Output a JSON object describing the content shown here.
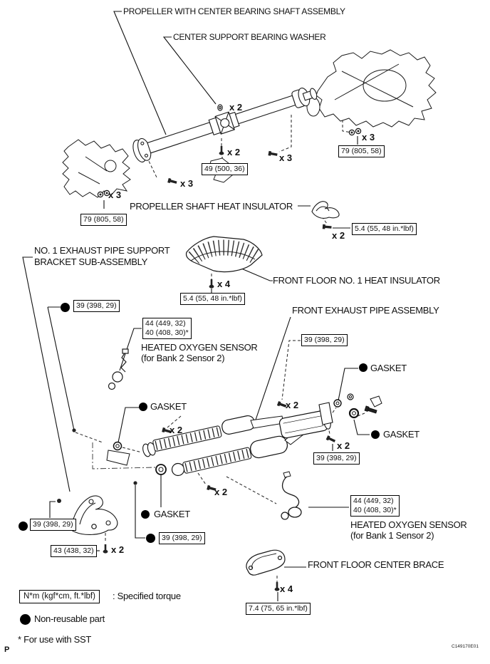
{
  "page": {
    "marker": "P",
    "figure_code": "C149170E01"
  },
  "labels": {
    "propeller_assembly": "PROPELLER WITH CENTER BEARING SHAFT ASSEMBLY",
    "center_support_bearing_washer": "CENTER SUPPORT BEARING WASHER",
    "propeller_shaft_heat_insulator": "PROPELLER SHAFT HEAT INSULATOR",
    "front_floor_no1_heat_insulator": "FRONT FLOOR NO. 1 HEAT INSULATOR",
    "no1_exhaust_support_line1": "NO. 1 EXHAUST PIPE SUPPORT",
    "no1_exhaust_support_line2": "BRACKET SUB-ASSEMBLY",
    "front_exhaust_pipe_assembly": "FRONT EXHAUST PIPE ASSEMBLY",
    "heated_oxygen_sensor": "HEATED OXYGEN SENSOR",
    "bank2": "(for Bank 2 Sensor 2)",
    "bank1": "(for Bank 1 Sensor 2)",
    "gasket": "GASKET",
    "front_floor_center_brace": "FRONT FLOOR CENTER BRACE"
  },
  "torques": {
    "t49": "49 (500, 36)",
    "t79": "79 (805, 58)",
    "t5_4": "5.4 (55, 48 in.*lbf)",
    "t39": "39 (398, 29)",
    "t44": "44 (449, 32)",
    "t40": "40 (408, 30)*",
    "t43": "43 (438, 32)",
    "t7_4": "7.4 (75, 65 in.*lbf)"
  },
  "counts": {
    "x2": "x 2",
    "x3": "x 3",
    "x4": "x 4"
  },
  "legend": {
    "torque_unit_box": "N*m (kgf*cm, ft.*lbf)",
    "torque_meaning": ": Specified torque",
    "non_reusable": "Non-reusable part",
    "sst": "* For use with SST"
  }
}
